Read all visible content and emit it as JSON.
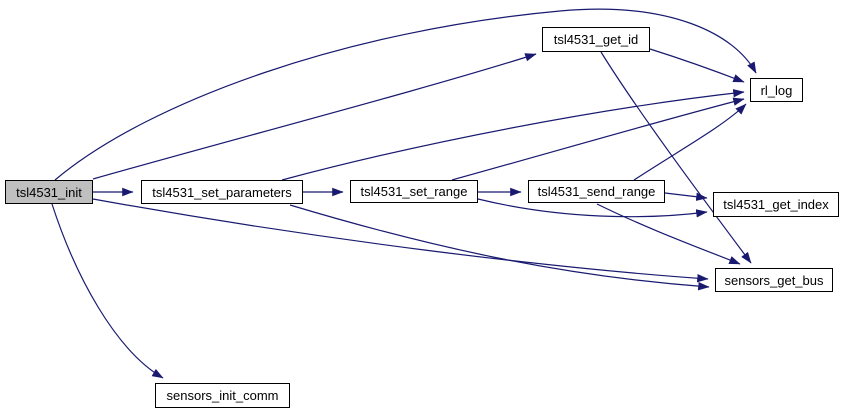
{
  "diagram": {
    "type": "call-graph",
    "colors": {
      "background": "#ffffff",
      "edge": "#191970",
      "node_border": "#000000",
      "node_fill": "#ffffff",
      "root_node_fill": "#bfbfbf",
      "text": "#000000"
    },
    "nodes": {
      "init": {
        "label": "tsl4531_init"
      },
      "set_parameters": {
        "label": "tsl4531_set_parameters"
      },
      "set_range": {
        "label": "tsl4531_set_range"
      },
      "send_range": {
        "label": "tsl4531_send_range"
      },
      "get_id": {
        "label": "tsl4531_get_id"
      },
      "rl_log": {
        "label": "rl_log"
      },
      "get_index": {
        "label": "tsl4531_get_index"
      },
      "get_bus": {
        "label": "sensors_get_bus"
      },
      "init_comm": {
        "label": "sensors_init_comm"
      }
    },
    "edges": [
      {
        "from": "tsl4531_init",
        "to": "tsl4531_set_parameters"
      },
      {
        "from": "tsl4531_init",
        "to": "tsl4531_get_id"
      },
      {
        "from": "tsl4531_init",
        "to": "rl_log"
      },
      {
        "from": "tsl4531_init",
        "to": "sensors_get_bus"
      },
      {
        "from": "tsl4531_init",
        "to": "sensors_init_comm"
      },
      {
        "from": "tsl4531_set_parameters",
        "to": "tsl4531_set_range"
      },
      {
        "from": "tsl4531_set_parameters",
        "to": "rl_log"
      },
      {
        "from": "tsl4531_set_parameters",
        "to": "sensors_get_bus"
      },
      {
        "from": "tsl4531_set_range",
        "to": "tsl4531_send_range"
      },
      {
        "from": "tsl4531_set_range",
        "to": "rl_log"
      },
      {
        "from": "tsl4531_set_range",
        "to": "tsl4531_get_index"
      },
      {
        "from": "tsl4531_send_range",
        "to": "rl_log"
      },
      {
        "from": "tsl4531_send_range",
        "to": "tsl4531_get_index"
      },
      {
        "from": "tsl4531_send_range",
        "to": "sensors_get_bus"
      },
      {
        "from": "tsl4531_get_id",
        "to": "rl_log"
      },
      {
        "from": "tsl4531_get_id",
        "to": "sensors_get_bus"
      }
    ]
  }
}
